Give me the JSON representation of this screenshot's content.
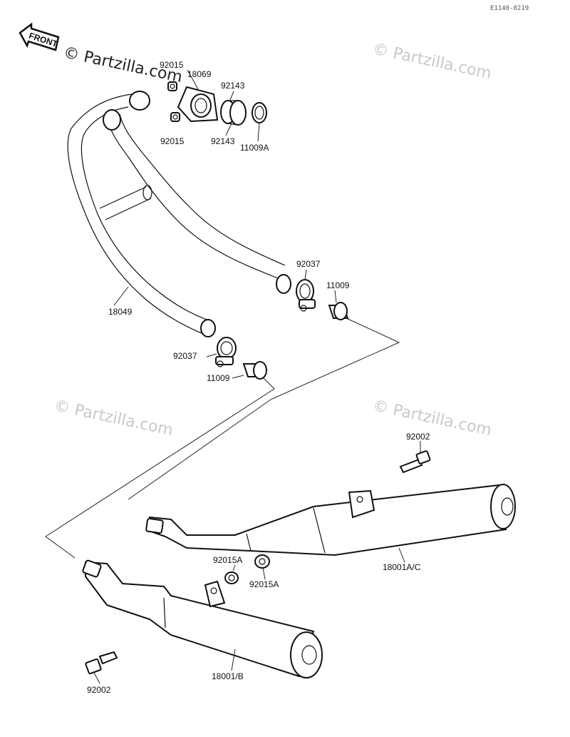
{
  "diagram_code": "E1140-0219",
  "front_label": "FRONT",
  "watermark": "© Partzilla.com",
  "parts": {
    "p92015_top": "92015",
    "p18069": "18069",
    "p92143_top": "92143",
    "p92015_bot": "92015",
    "p92143_bot": "92143",
    "p11009A": "11009A",
    "p18049": "18049",
    "p92037_right": "92037",
    "p11009_right": "11009",
    "p92037_left": "92037",
    "p11009_left": "11009",
    "p92002_right": "92002",
    "p92015A_top": "92015A",
    "p92015A_bot": "92015A",
    "p18001AC": "18001A/C",
    "p18001B": "18001/B",
    "p92002_left": "92002"
  }
}
